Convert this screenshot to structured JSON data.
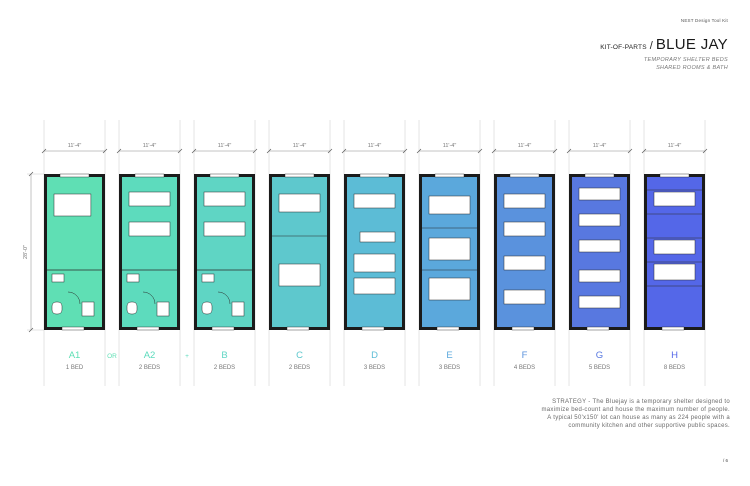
{
  "header": {
    "kit_label": "NEST Design Tool Kit",
    "title_prefix": "KIT-OF-PARTS",
    "title_slash": "/",
    "title": "BLUE JAY",
    "subtitle_line1": "TEMPORARY SHELTER BEDS",
    "subtitle_line2": "SHARED ROOMS & BATH"
  },
  "dimensions": {
    "width_label": "11'-4\"",
    "height_label": "28'-0\""
  },
  "units": [
    {
      "id": "A1",
      "beds_label": "1 BED",
      "color": "#5fdfb4",
      "connector_after": "OR"
    },
    {
      "id": "A2",
      "beds_label": "2 BEDS",
      "color": "#5ddbbd",
      "connector_after": "+"
    },
    {
      "id": "B",
      "beds_label": "2 BEDS",
      "color": "#5fd5c4",
      "connector_after": ""
    },
    {
      "id": "C",
      "beds_label": "2 BEDS",
      "color": "#5ec8cd",
      "connector_after": ""
    },
    {
      "id": "D",
      "beds_label": "3 BEDS",
      "color": "#5cbcd6",
      "connector_after": ""
    },
    {
      "id": "E",
      "beds_label": "3 BEDS",
      "color": "#5ba8dc",
      "connector_after": ""
    },
    {
      "id": "F",
      "beds_label": "4 BEDS",
      "color": "#5a92dd",
      "connector_after": ""
    },
    {
      "id": "G",
      "beds_label": "5 BEDS",
      "color": "#5878e0",
      "connector_after": ""
    },
    {
      "id": "H",
      "beds_label": "8 BEDS",
      "color": "#5467e8",
      "connector_after": ""
    }
  ],
  "strategy": {
    "line1": "STRATEGY - The Bluejay is a temporary shelter designed to",
    "line2": "maximize bed-count and house the maximum number of people.",
    "line3": "A typical 50'x150' lot can house as many as 224 people with a",
    "line4": "community kitchen and other supportive public spaces."
  },
  "page_number": "/ 6"
}
